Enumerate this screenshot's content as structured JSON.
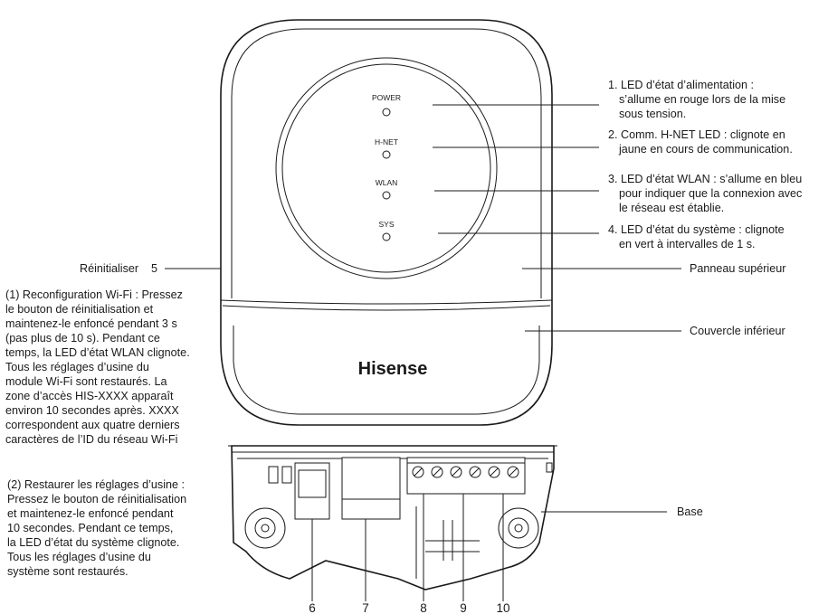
{
  "leds": {
    "power": "POWER",
    "hnet": "H-NET",
    "wlan": "WLAN",
    "sys": "SYS"
  },
  "brand": "Hisense",
  "callouts": {
    "c1": [
      "1. LED d’état d’alimentation :",
      "s’allume en rouge lors de la mise",
      "sous tension."
    ],
    "c2": [
      "2. Comm. H-NET LED : clignote en",
      "jaune en cours de communication."
    ],
    "c3": [
      "3. LED d’état WLAN : s’allume en bleu",
      "pour indiquer que la connexion avec",
      "le réseau est établie."
    ],
    "c4": [
      "4. LED d’état du système : clignote",
      "en vert à intervalles de 1 s."
    ],
    "top_panel": "Panneau supérieur",
    "bottom_cover": "Couvercle inférieur",
    "base": "Base",
    "reset": "Réinitialiser",
    "reset_number": "5"
  },
  "notes": {
    "wifi_reconfig": [
      "(1) Reconfiguration Wi-Fi : Pressez",
      "le bouton de réinitialisation et",
      "maintenez-le enfoncé pendant 3 s",
      "(pas plus de 10 s). Pendant ce",
      "temps, la LED d’état WLAN clignote.",
      "Tous les réglages d’usine du",
      "module Wi-Fi sont restaurés. La",
      "zone d’accès HIS-XXXX apparaît",
      "environ 10 secondes après. XXXX",
      "correspondent aux quatre derniers",
      "caractères de l’ID du réseau Wi-Fi"
    ],
    "factory_reset": [
      "(2) Restaurer les réglages d’usine :",
      "Pressez le bouton de réinitialisation",
      "et maintenez-le enfoncé pendant",
      "10 secondes. Pendant ce temps,",
      "la LED d’état du système clignote.",
      "Tous les réglages d’usine du",
      "système sont restaurés."
    ]
  },
  "bottom_numbers": [
    "6",
    "7",
    "8",
    "9",
    "10"
  ]
}
